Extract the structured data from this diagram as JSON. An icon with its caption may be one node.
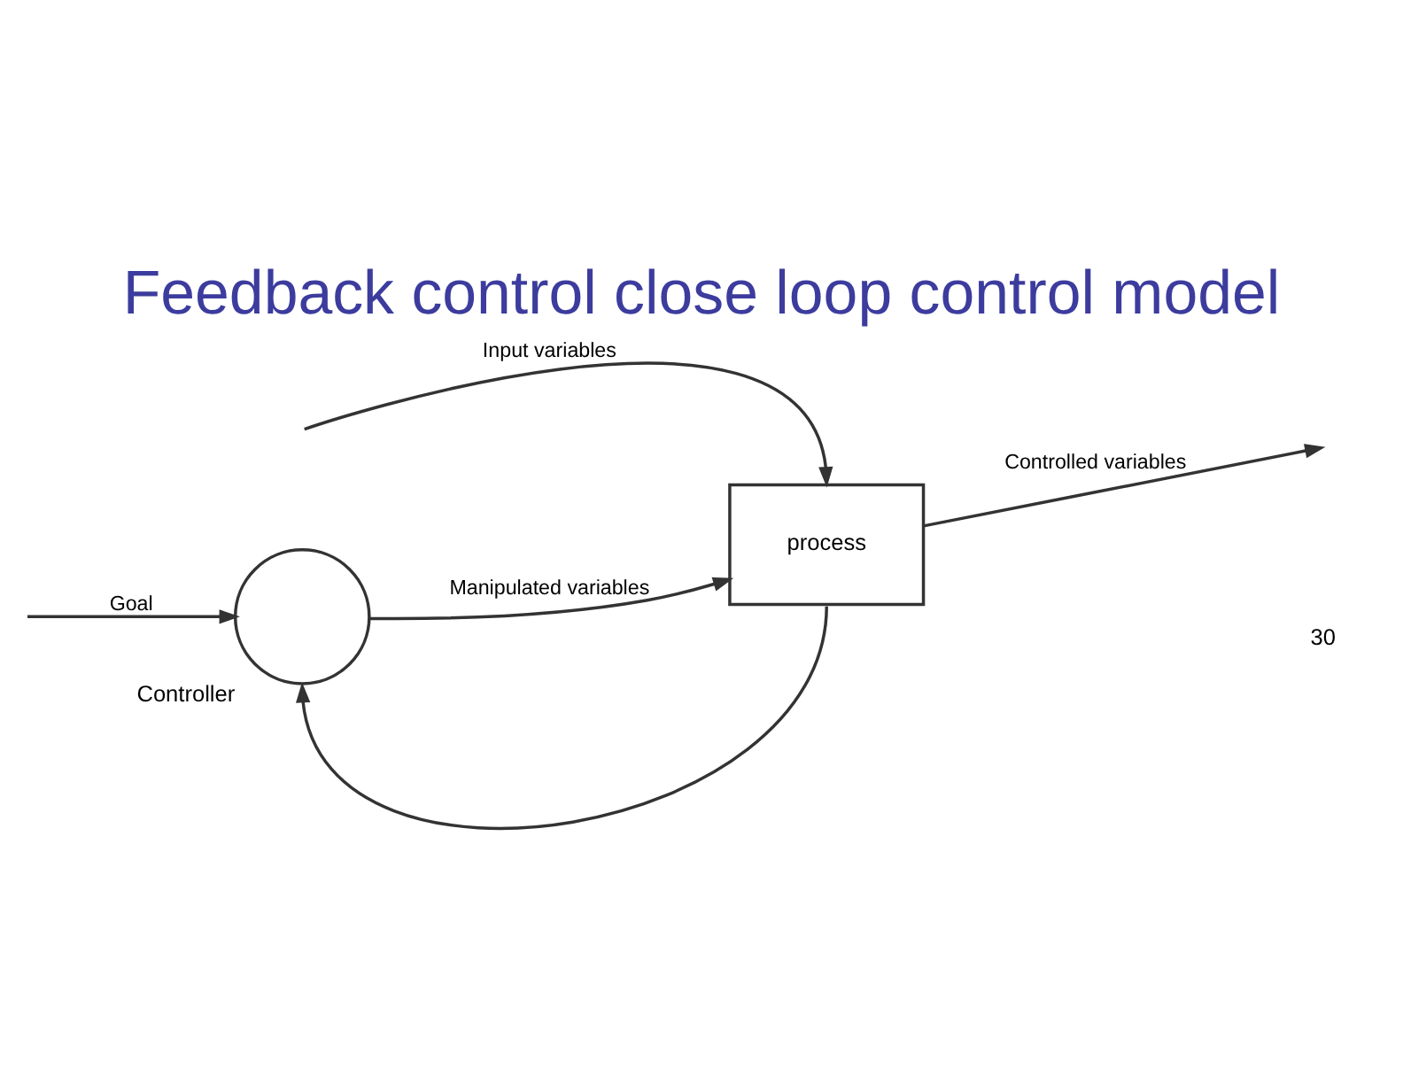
{
  "diagram": {
    "title": "Feedback control close loop control model",
    "nodes": [
      {
        "text": [
          "Controller"
        ]
      },
      {
        "text": [
          "process"
        ]
      }
    ],
    "edges": [
      {
        "from": null,
        "to": 0,
        "arrow": "to",
        "label": "Goal"
      },
      {
        "from": null,
        "to": 1,
        "arrow": "to",
        "label": "Input variables"
      },
      {
        "from": 0,
        "to": 1,
        "arrow": "to",
        "label": "Manipulated variables"
      },
      {
        "from": 1,
        "to": null,
        "arrow": "to",
        "label": "Controlled variables"
      },
      {
        "from": 1,
        "to": 0,
        "arrow": "to"
      }
    ],
    "labels": [
      "30"
    ]
  }
}
